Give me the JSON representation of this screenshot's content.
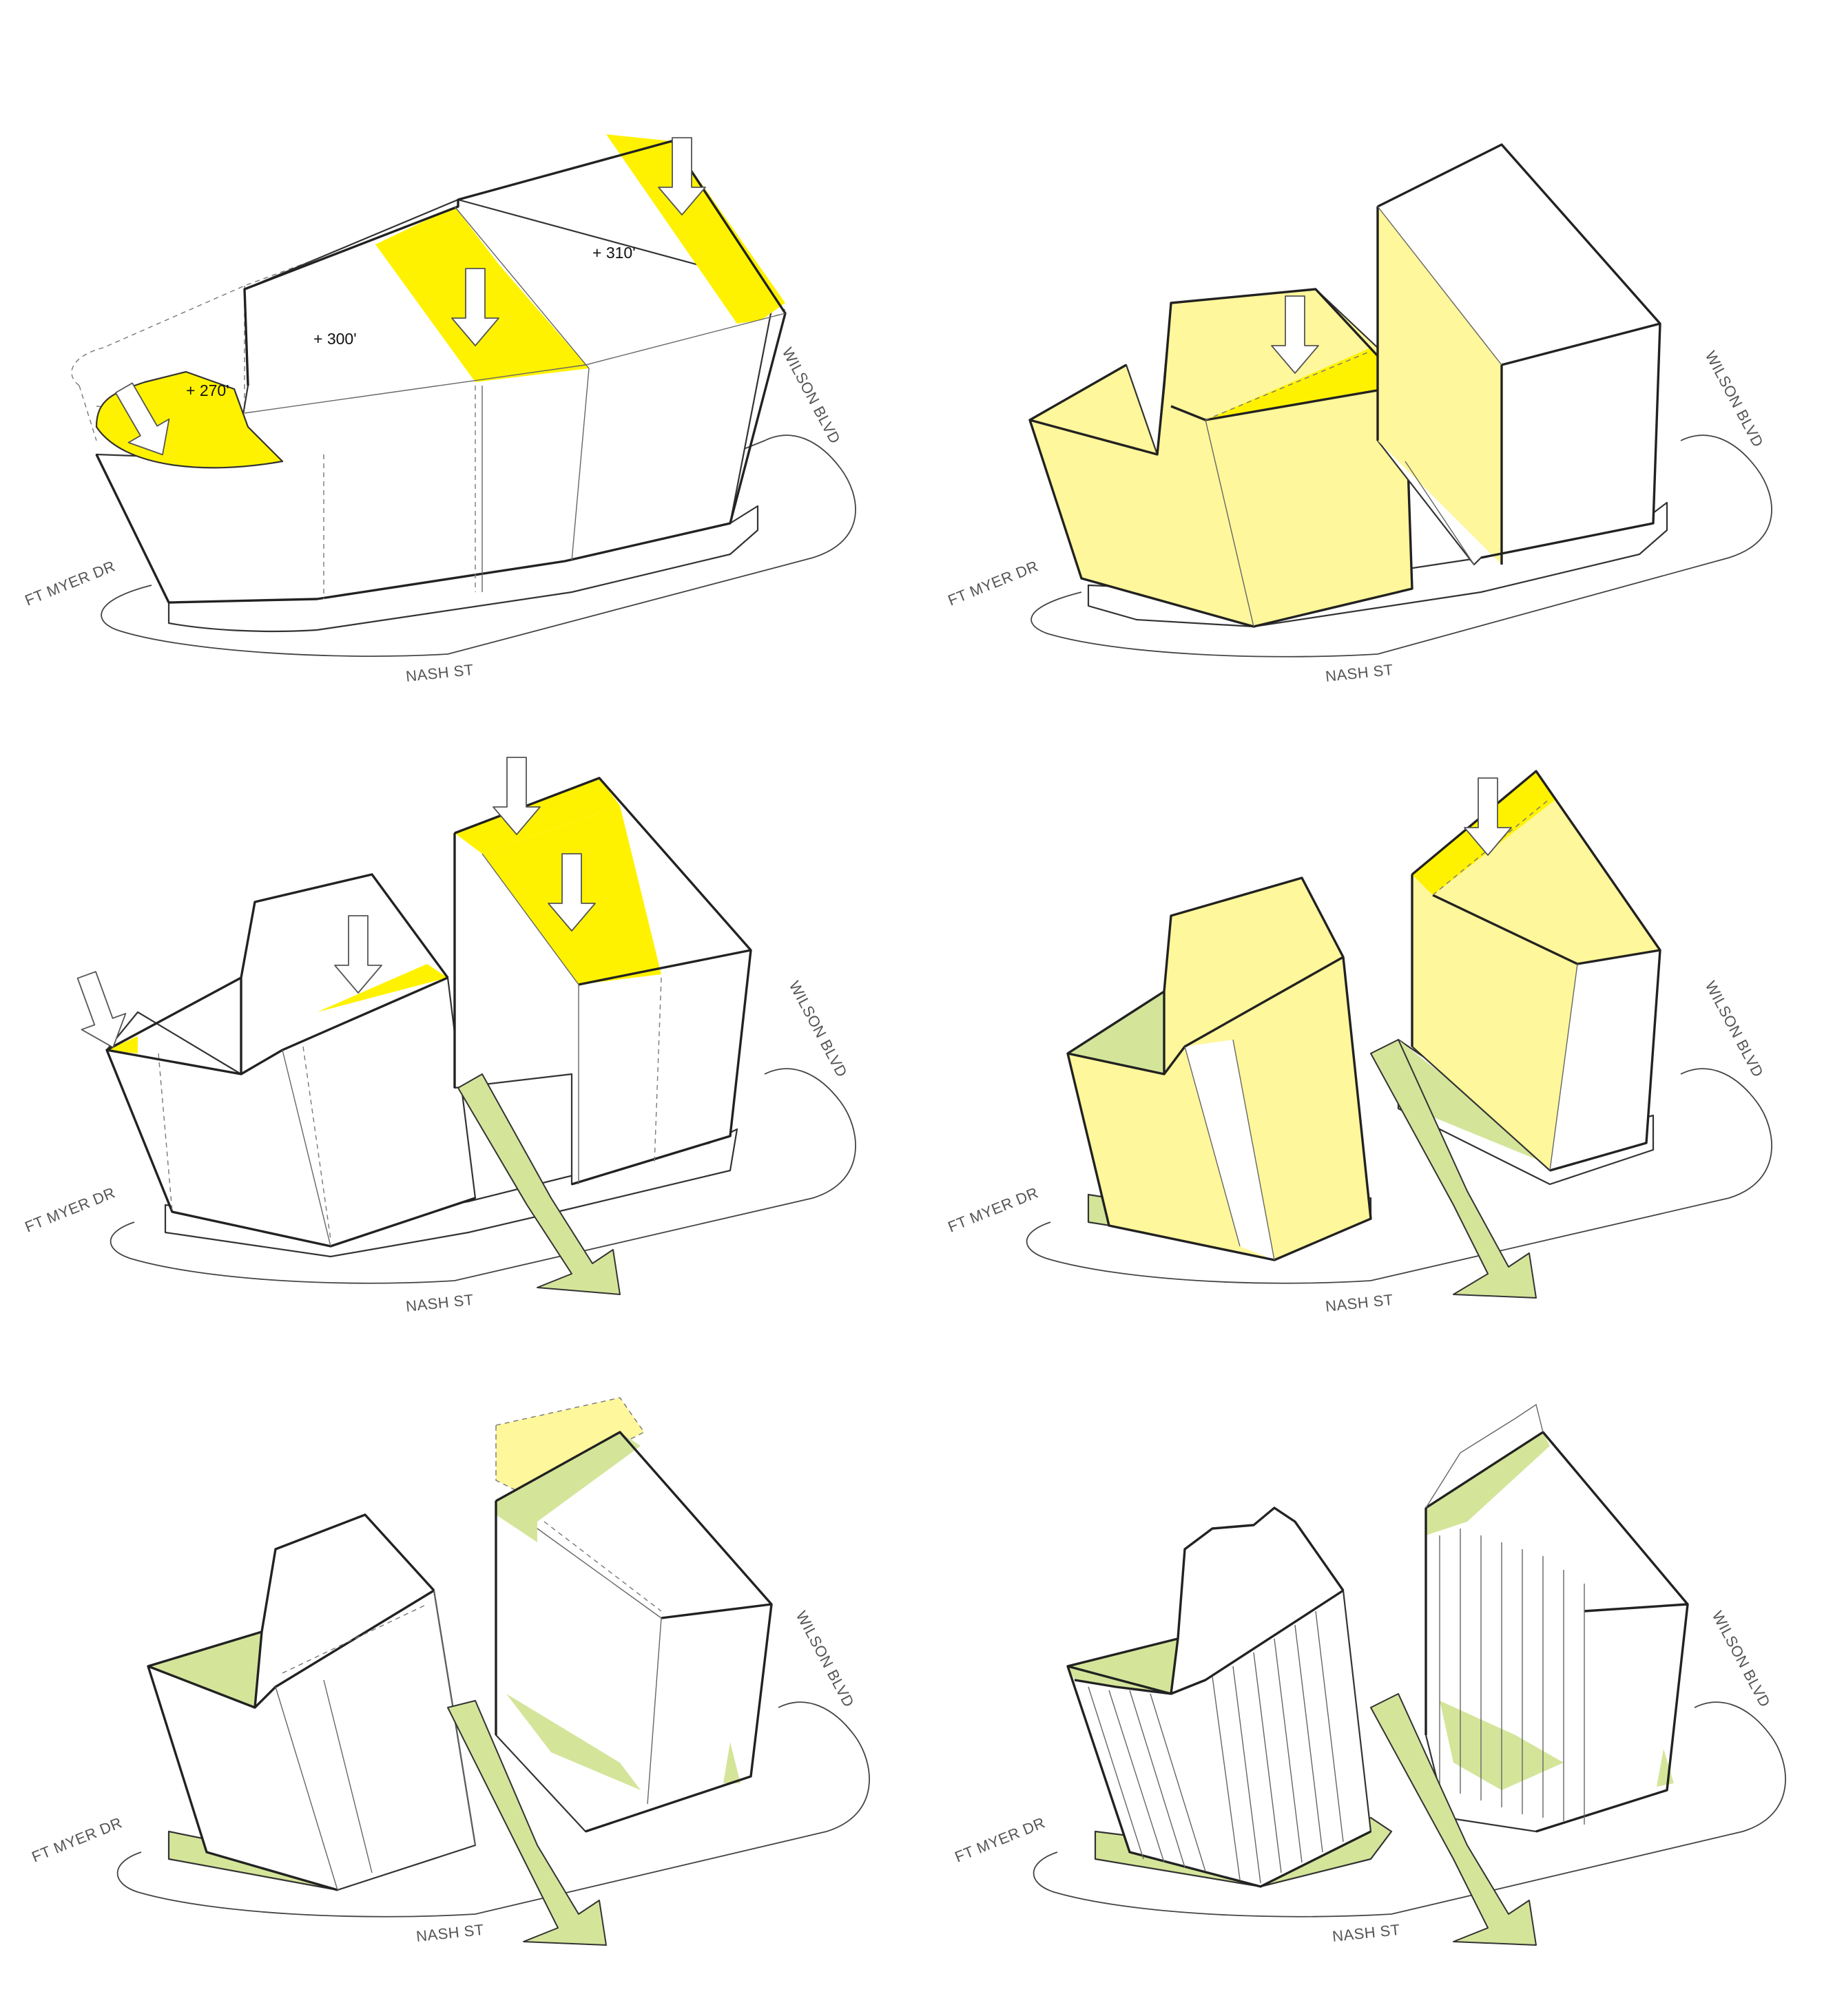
{
  "street_labels": {
    "wilson": "WILSON BLVD",
    "ftmyer": "FT MYER DR",
    "nash": "NASH ST"
  },
  "height_labels": [
    "+ 270'",
    "+ 300'",
    "+ 310'"
  ],
  "colors": {
    "bright_yellow": "#fff200",
    "pale_yellow": "#fff79b",
    "green": "#d4e59a",
    "line": "#333333"
  }
}
